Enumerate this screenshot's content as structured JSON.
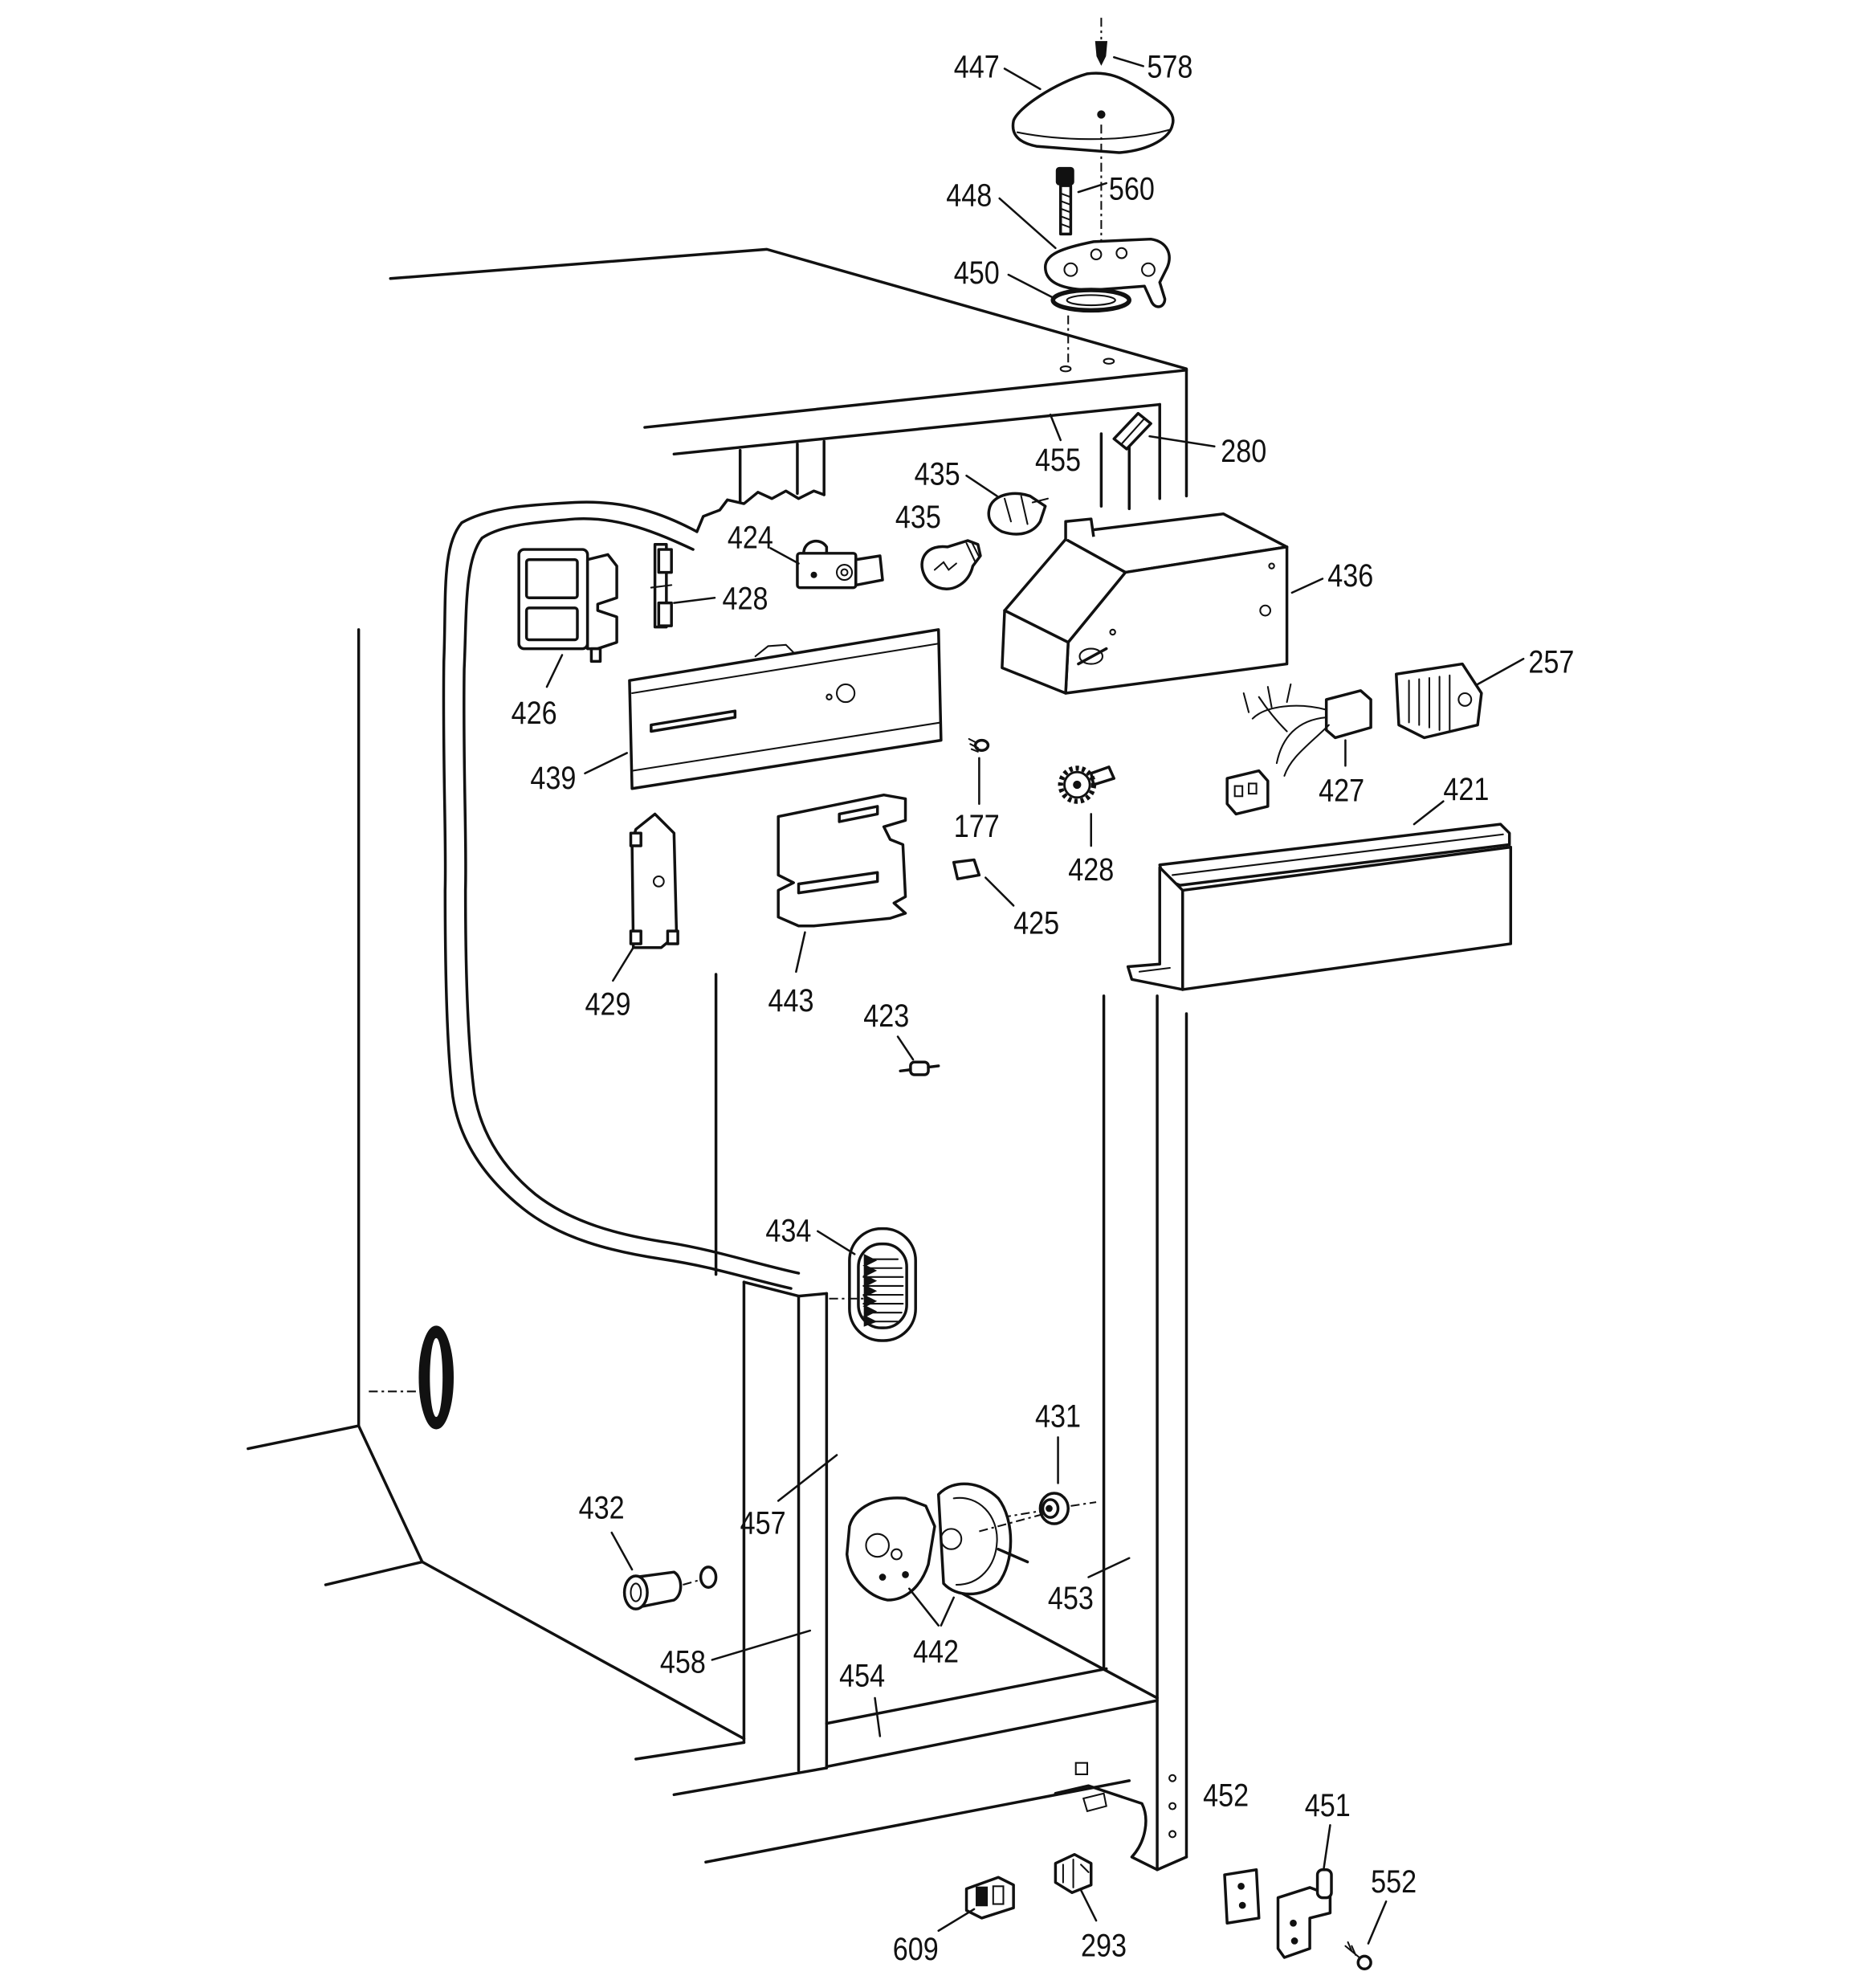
{
  "callouts": [
    "447",
    "578",
    "448",
    "560",
    "450",
    "280",
    "455",
    "435",
    "435",
    "424",
    "428",
    "436",
    "426",
    "257",
    "439",
    "177",
    "427",
    "421",
    "428",
    "425",
    "429",
    "443",
    "423",
    "434",
    "431",
    "432",
    "457",
    "453",
    "442",
    "458",
    "454",
    "452",
    "451",
    "552",
    "609",
    "293"
  ]
}
